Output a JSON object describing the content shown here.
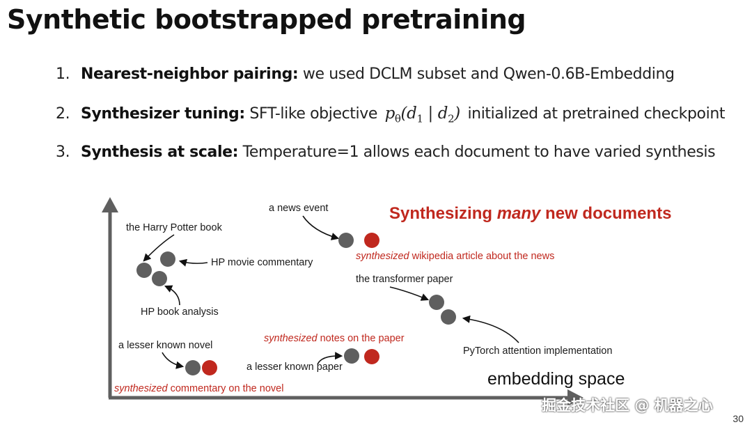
{
  "slide": {
    "title": "Synthetic bootstrapped pretraining",
    "page_number": "30",
    "watermark": "掘金技术社区 @ 机器之心"
  },
  "bullets": [
    {
      "num": "1.",
      "lead": "Nearest-neighbor pairing:",
      "text": " we used DCLM subset and Qwen-0.6B-Embedding"
    },
    {
      "num": "2.",
      "lead": "Synthesizer tuning:",
      "text_before": " SFT-like objective ",
      "math": {
        "p": "p",
        "theta": "θ",
        "d": "d",
        "one": "1",
        "bar": "|",
        "two": "2"
      },
      "text_after": " initialized at pretrained checkpoint"
    },
    {
      "num": "3.",
      "lead": "Synthesis at scale:",
      "text": " Temperature=1 allows each document to have varied synthesis"
    }
  ],
  "diagram": {
    "title_pre": "Synthesizing ",
    "title_em": "many",
    "title_post": " new documents",
    "axis_label": "embedding space",
    "colors": {
      "real_doc": "#5f5f5f",
      "synthetic_doc": "#c0281e",
      "axis": "#5f5f5f"
    },
    "labels": {
      "harry_potter_book": "the Harry Potter book",
      "hp_movie_commentary": "HP movie commentary",
      "hp_book_analysis": "HP book analysis",
      "news_event": "a news event",
      "news_synth_em": "synthesized",
      "news_synth_rest": " wikipedia article about the news",
      "transformer_paper": "the transformer paper",
      "pytorch_attention": "PyTorch attention implementation",
      "lesser_novel": "a lesser known novel",
      "novel_synth_em": "synthesized",
      "novel_synth_rest": " commentary on the novel",
      "paper_synth_em": "synthesized",
      "paper_synth_rest": " notes on the paper",
      "lesser_paper": "a lesser known paper"
    }
  }
}
